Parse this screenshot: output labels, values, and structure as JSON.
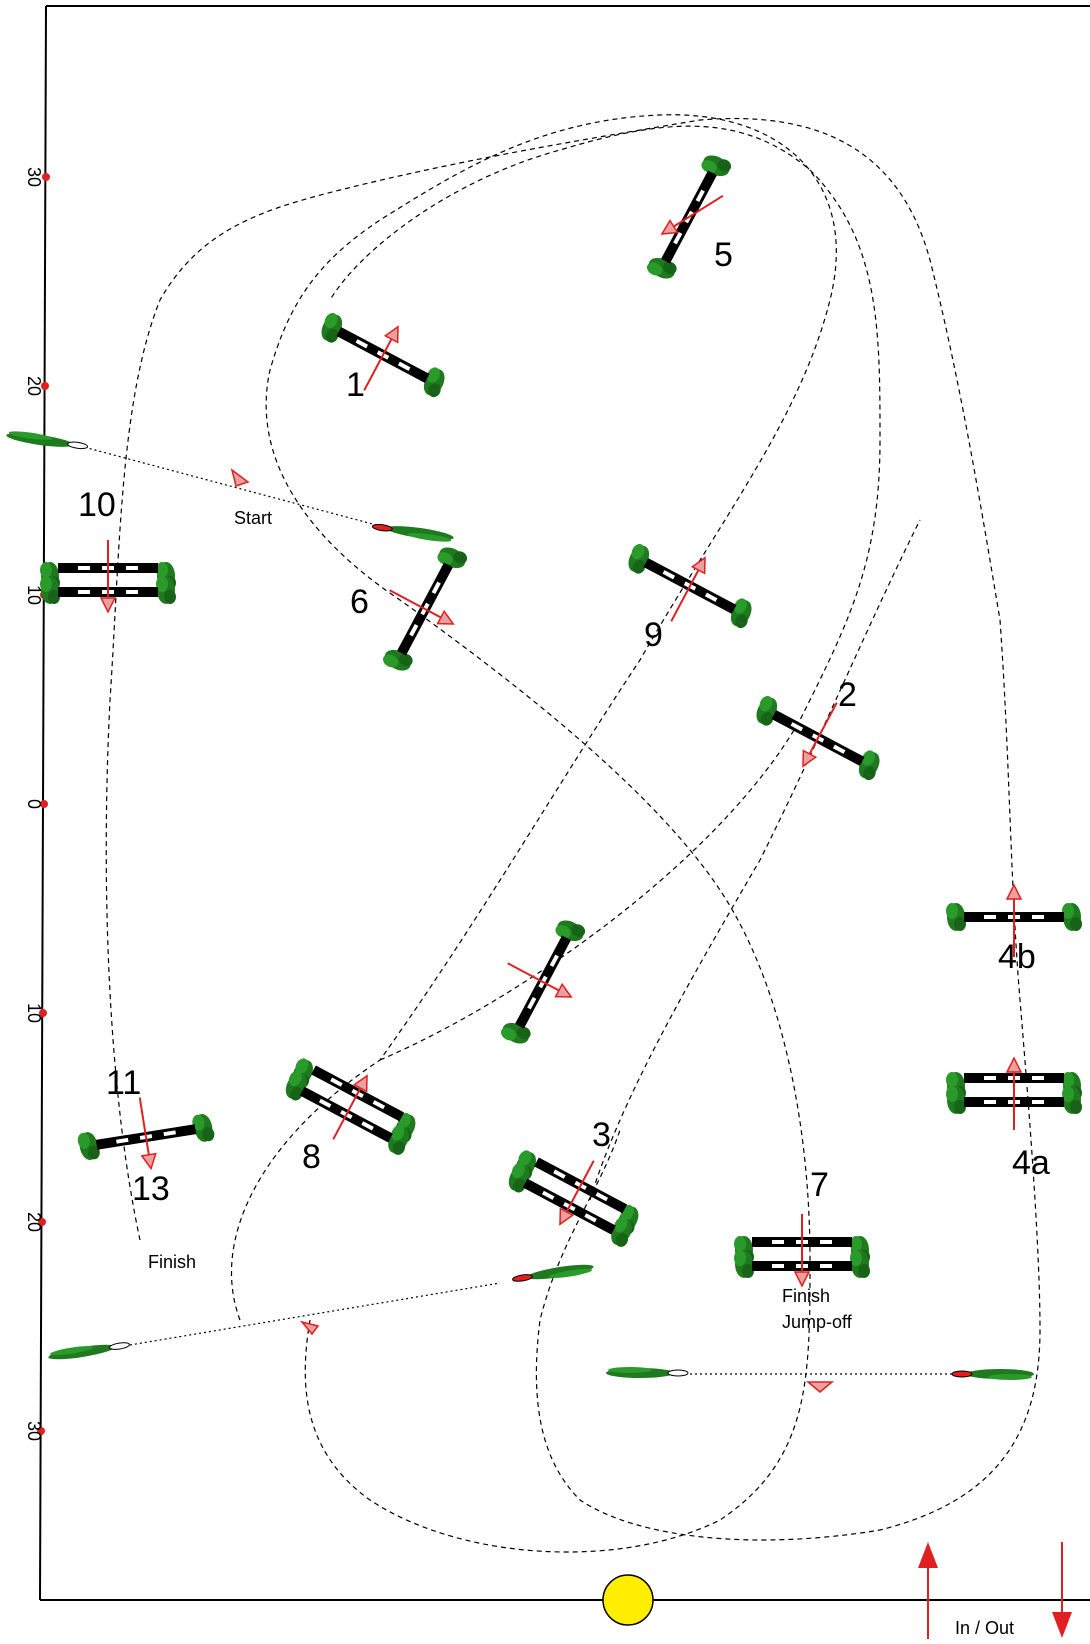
{
  "axis": {
    "ticks": [
      {
        "label": "30"
      },
      {
        "label": "20"
      },
      {
        "label": "10"
      },
      {
        "label": "0"
      },
      {
        "label": "10"
      },
      {
        "label": "20"
      },
      {
        "label": "30"
      }
    ]
  },
  "obstacles": [
    {
      "label": "1"
    },
    {
      "label": "2"
    },
    {
      "label": "3"
    },
    {
      "label": "4a"
    },
    {
      "label": "4b"
    },
    {
      "label": "5"
    },
    {
      "label": "6"
    },
    {
      "label": "7"
    },
    {
      "label": "8"
    },
    {
      "label": "9"
    },
    {
      "label": "10"
    },
    {
      "label": "11"
    },
    {
      "label": "13"
    }
  ],
  "lines": {
    "start": "Start",
    "finish": "Finish",
    "finish_jumpoff_1": "Finish",
    "finish_jumpoff_2": "Jump-off"
  },
  "gate": {
    "label": "In / Out"
  },
  "colors": {
    "pole": "#000000",
    "arrow": "#e02020",
    "greenery": "#1f7a1f",
    "marker": "#ffee00"
  }
}
